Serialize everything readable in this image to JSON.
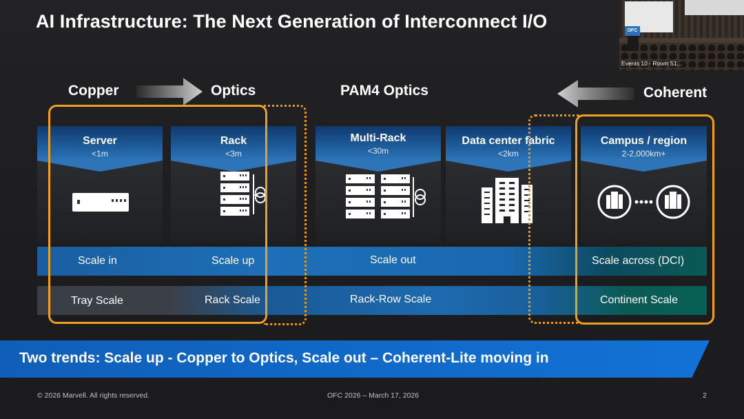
{
  "title": "AI Infrastructure: The Next Generation of Interconnect I/O",
  "video": {
    "caption": "Events 10 - Room S1..."
  },
  "headers": {
    "copper": "Copper",
    "optics": "Optics",
    "pam4": "PAM4 Optics",
    "coherent": "Coherent"
  },
  "columns": [
    {
      "name": "Server",
      "dist": "<1m",
      "icon": "server-tray-icon"
    },
    {
      "name": "Rack",
      "dist": "<3m",
      "icon": "rack-servers-icon"
    },
    {
      "name": "Multi-Rack",
      "dist": "<30m",
      "icon": "multi-rack-icon"
    },
    {
      "name": "Data center fabric",
      "dist": "<2km",
      "icon": "datacenter-building-icon"
    },
    {
      "name": "Campus / region",
      "dist": "2-2,000km+",
      "icon": "campus-link-icon"
    }
  ],
  "row1": {
    "scale_in": "Scale in",
    "scale_up": "Scale up",
    "scale_out": "Scale out",
    "scale_across": "Scale across (DCI)"
  },
  "row2": {
    "tray": "Tray Scale",
    "rack": "Rack Scale",
    "rack_row": "Rack-Row Scale",
    "continent": "Continent Scale"
  },
  "banner": "Two trends: Scale up - Copper to Optics,  Scale out – Coherent-Lite moving in",
  "footer": {
    "copyright": "© 2026 Marvell. All rights reserved.",
    "event": "OFC 2026 – March 17, 2026",
    "page": "2"
  },
  "colors": {
    "accent_orange": "#f0a020",
    "band_blue": "#1d5a98",
    "banner_blue": "#1272d6"
  }
}
